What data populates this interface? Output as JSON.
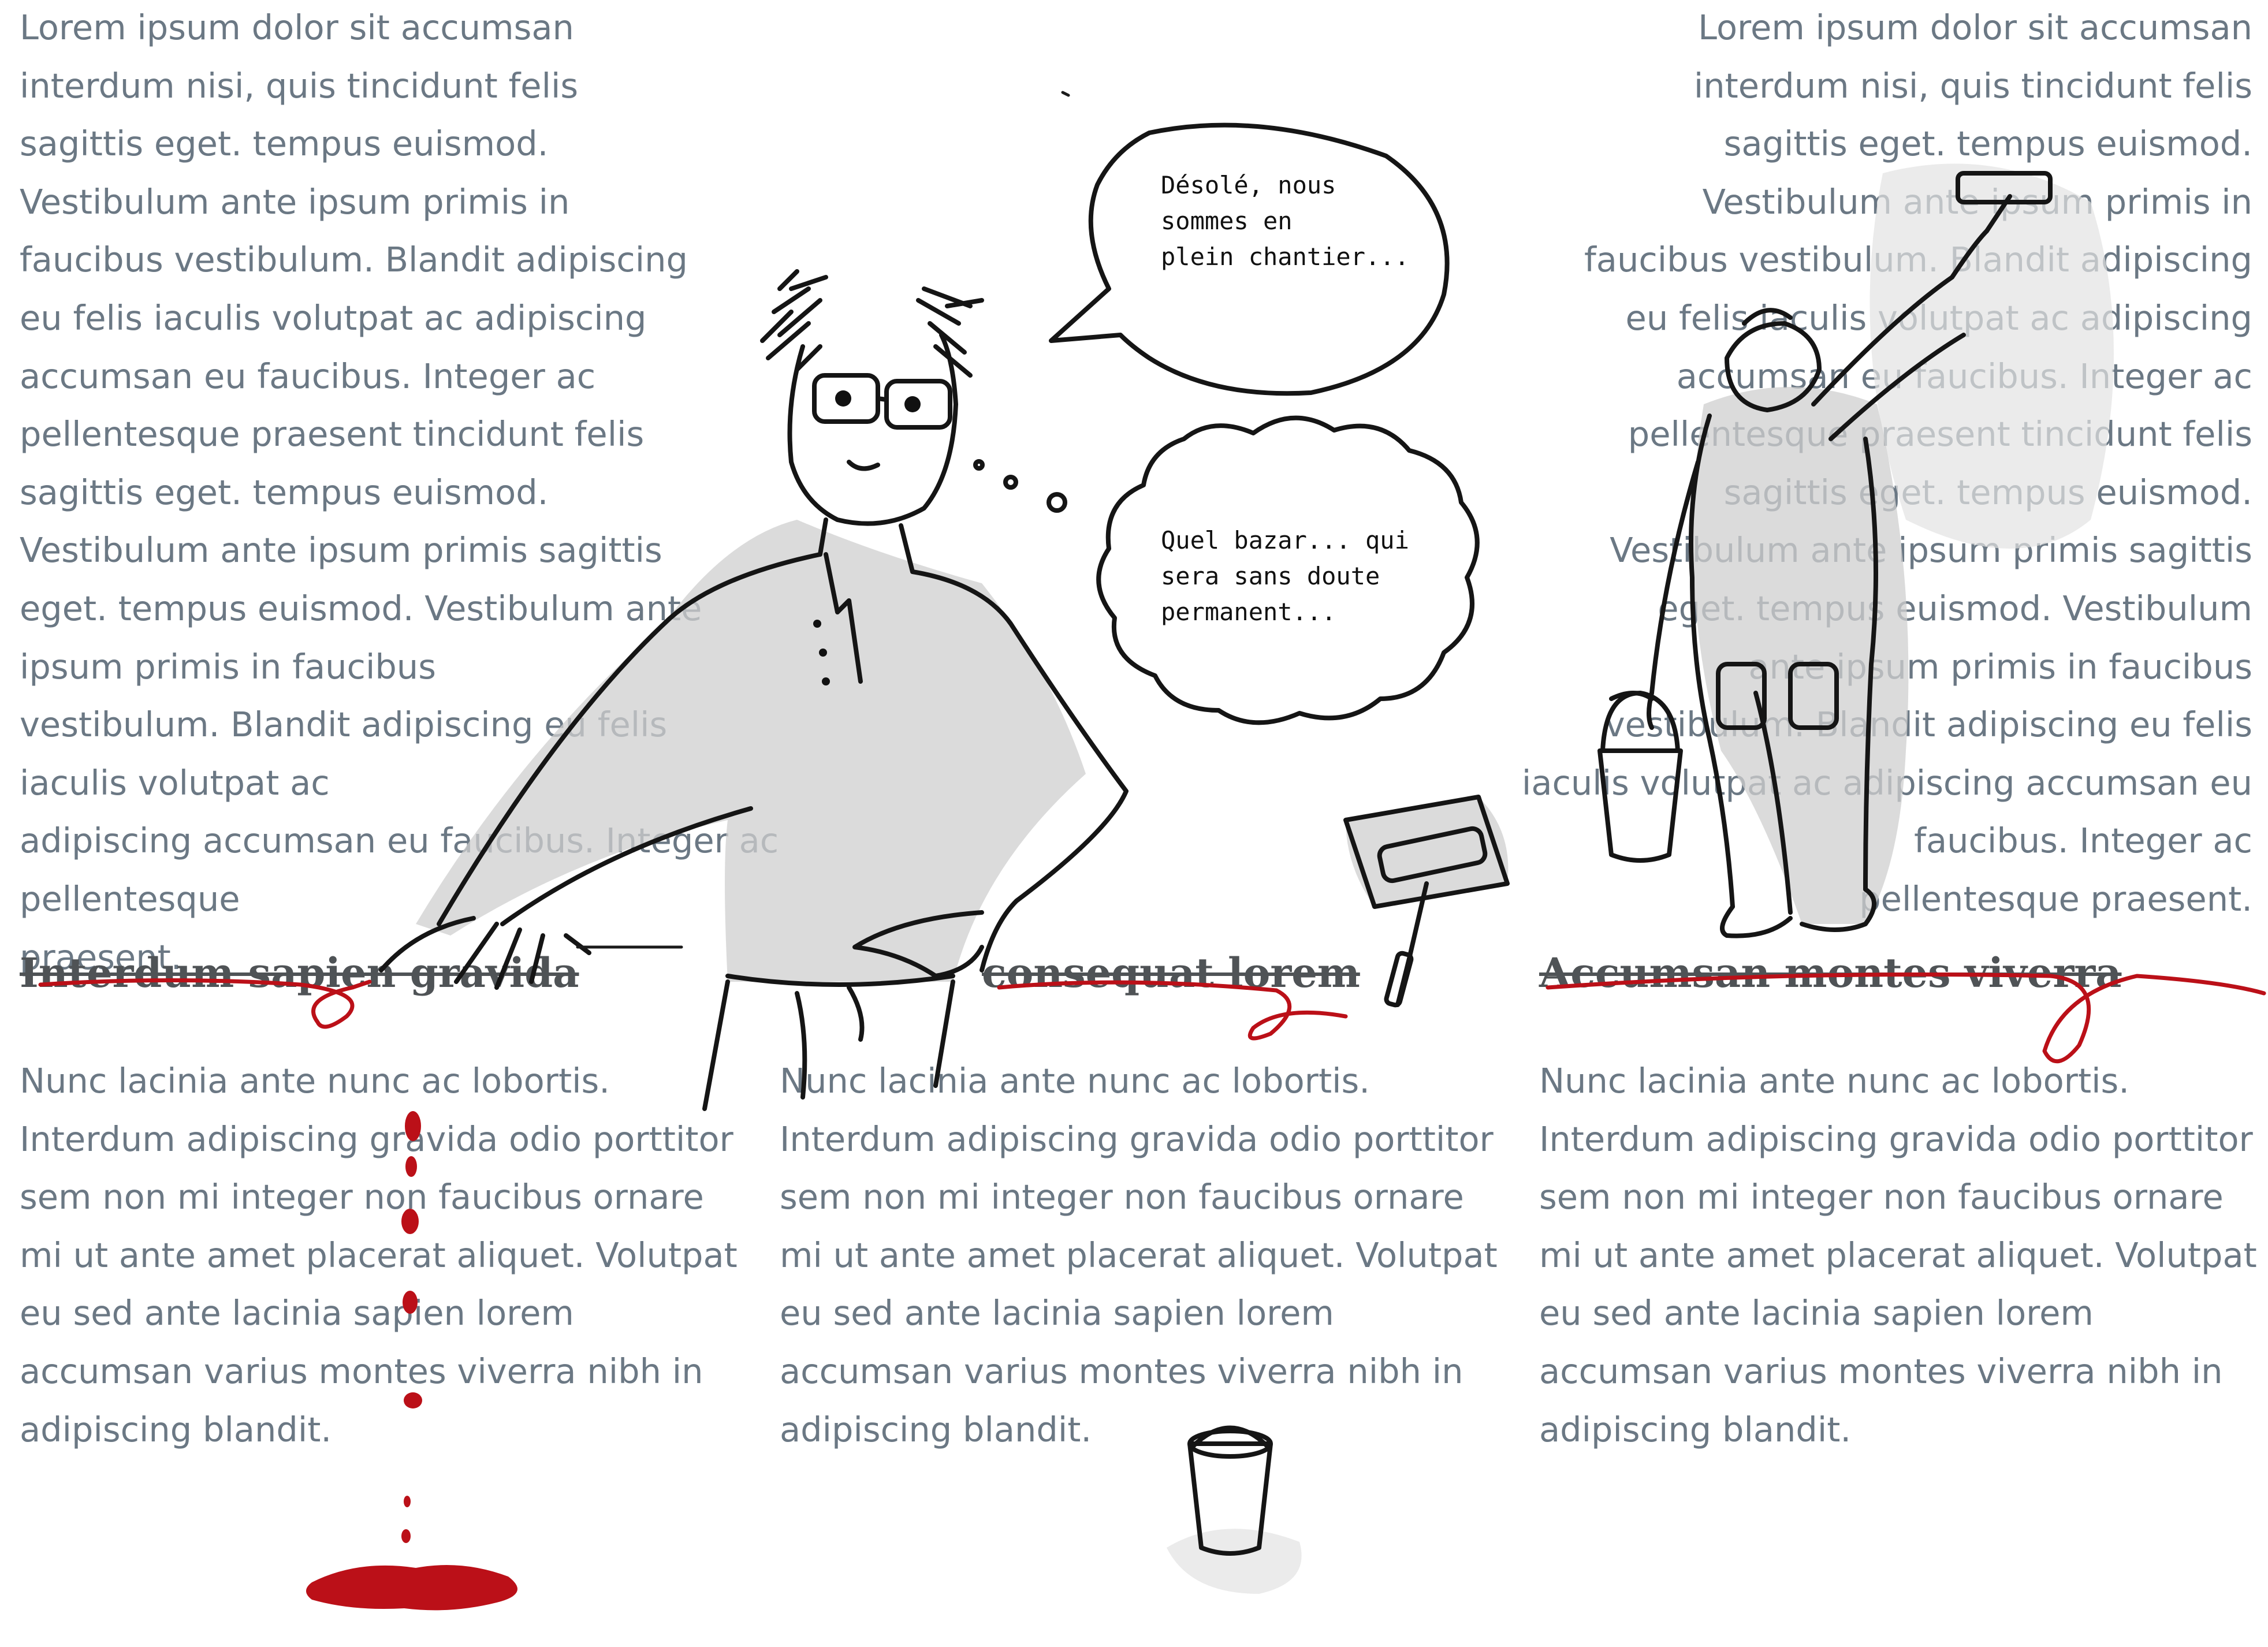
{
  "intro": {
    "left_text": "Lorem ipsum dolor sit accumsan\ninterdum nisi, quis tincidunt felis\nsagittis eget. tempus euismod.\nVestibulum ante ipsum primis in\nfaucibus vestibulum. Blandit adipiscing\neu felis iaculis volutpat ac adipiscing\naccumsan eu faucibus. Integer ac\npellentesque praesent tincidunt felis\nsagittis eget. tempus euismod.\nVestibulum ante ipsum primis sagittis\neget. tempus euismod. Vestibulum ante ipsum primis in faucibus\nvestibulum. Blandit adipiscing eu felis iaculis volutpat ac\nadipiscing accumsan eu faucibus. Integer ac pellentesque\npraesent.",
    "right_text": "Lorem ipsum dolor sit accumsan\ninterdum nisi, quis tincidunt felis\nsagittis eget. tempus euismod.\nVestibulum ante ipsum primis in\nfaucibus vestibulum. Blandit adipiscing\neu felis iaculis volutpat ac adipiscing\naccumsan eu faucibus. Integer ac\npellentesque praesent tincidunt felis\nsagittis eget. tempus euismod.\nVestibulum ante ipsum primis sagittis\neget. tempus euismod. Vestibulum\nante ipsum primis in faucibus\nvestibulum. Blandit adipiscing eu felis\niaculis volutpat ac adipiscing accumsan eu faucibus. Integer ac\npellentesque praesent."
  },
  "columns": [
    {
      "heading": "Interdum sapien gravida",
      "body": "Nunc lacinia ante nunc ac lobortis.\nInterdum adipiscing gravida odio porttitor\nsem non mi integer non faucibus ornare\nmi ut ante amet placerat aliquet. Volutpat\neu sed ante lacinia sapien lorem\naccumsan varius montes viverra nibh in\nadipiscing blandit."
    },
    {
      "heading": "consequat lorem",
      "body": "Nunc lacinia ante nunc ac lobortis.\nInterdum adipiscing gravida odio porttitor\nsem non mi integer non faucibus ornare\nmi ut ante amet placerat aliquet. Volutpat\neu sed ante lacinia sapien lorem\naccumsan varius montes viverra nibh in\nadipiscing blandit."
    },
    {
      "heading": "Accumsan montes viverra",
      "body": "Nunc lacinia ante nunc ac lobortis.\nInterdum adipiscing gravida odio porttitor\nsem non mi integer non faucibus ornare\nmi ut ante amet placerat aliquet. Volutpat\neu sed ante lacinia sapien lorem\naccumsan varius montes viverra nibh in\nadipiscing blandit."
    }
  ],
  "bubbles": {
    "speech": "Désolé, nous\nsommes en\nplein chantier...",
    "thought": "Quel bazar... qui\nsera sans doute\npermanent..."
  },
  "colors": {
    "body_text": "#6b7884",
    "heading_text": "#4f5356",
    "paint_red": "#bb1018",
    "ink": "#151515"
  },
  "icons": [
    "man-with-glasses-illustration",
    "painter-illustration",
    "paint-roller-tray-icon",
    "paint-bucket-icon",
    "red-paint-drips"
  ]
}
